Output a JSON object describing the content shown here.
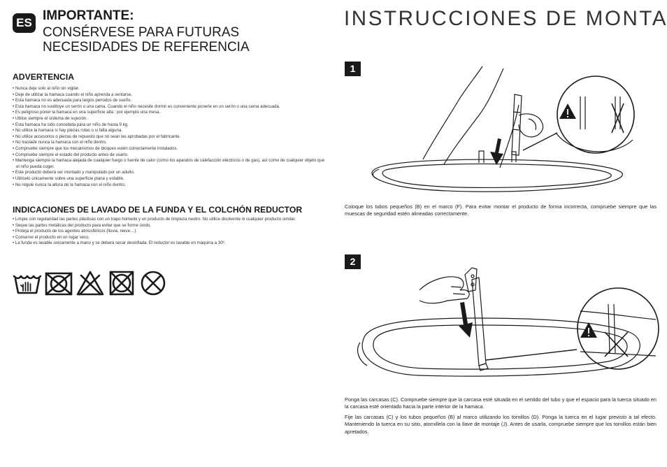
{
  "lang_badge": "ES",
  "important": {
    "heading": "IMPORTANTE:",
    "line1": "CONSÉRVESE PARA FUTURAS",
    "line2": "NECESIDADES DE REFERENCIA"
  },
  "main_title": "INSTRUCCIONES DE MONTAJE",
  "warning": {
    "title": "ADVERTENCIA",
    "items": [
      "Nunca deje solo al niño sin vigilar.",
      "Deje de utilizar la hamaca cuando el niño aprenda a sentarse.",
      "Esta hamaca no es adecuada para largos periodos de sueño.",
      "Esta hamaca no sustituye un serón o una cama. Cuando el niño necesite dormir es conveniente ponerle en un serón o una cama adecuada.",
      "Es peligroso poner la hamaca en una superficie alta : por ejemplo una mesa.",
      "Utilice siempre el sistema de sujeción.",
      "Esta hamaca ha sido concebida para un niño de hasta 9 kg.",
      "No utilice la hamaca si hay piezas rotas o si falta alguna.",
      "No utilice accesorios o piezas de repuesto que no sean las aprobadas por el fabricante.",
      "No traslade nunca la hamaca con el niño dentro.",
      "Compruebe siempre que los mecanismos de bloqueo estén correctamente instalados.",
      "Compruebe siempre el estado del producto antes de usarlo.",
      "Mantenga siempre la hamaca alejada de cualquier fuego o fuente de calor (como los aparatos de calefacción eléctricos o de gas), así como de cualquier objeto que el niño pueda coger.",
      "Este producto deberá ser montado y manipulado por un adulto.",
      "Utilícelo únicamente sobre una superficie plana y estable.",
      "No regule nunca la altura de la hamaca con el niño dentro."
    ]
  },
  "washing": {
    "title": "INDICACIONES DE LAVADO DE LA FUNDA Y EL COLCHÓN REDUCTOR",
    "items": [
      "Limpie con regularidad las partes plásticas con un trapo húmedo y un producto de limpieza neutro. No utilice disolvente ni cualquier producto similar.",
      "Seque las partes metálicas del producto para evitar que se forme óxido.",
      "Proteja el producto de los agentes atmosféricos (lluvia, nieve…).",
      "Conserve el producto en un lugar seco.",
      "La funda es lavable únicamente a mano y se deberá secar desinflada. El reductor es lavable en máquina a 30º."
    ]
  },
  "care_icons": [
    "hand-wash-icon",
    "do-not-tumble-dry-icon",
    "do-not-bleach-icon",
    "do-not-dry-clean-icon",
    "do-not-iron-icon"
  ],
  "steps": [
    {
      "number": "1",
      "paragraphs": [
        "Coloque los tubos pequeños (B) en el marco (F). Para evitar montar el producto de forma incorrecta, compruebe siempre que las muescas de seguridad estén alineadas correctamente."
      ]
    },
    {
      "number": "2",
      "paragraphs": [
        "Ponga las carcasas (C). Compruebe siempre que la carcasa esté situada en el sentido del tubo y que el espacio para la tuerca situado en la carcasa esté orientado hacia la parte interior de la hamaca.",
        "Fije las carcasas (C) y los tubos pequeños (B) al marco utilizando los tornillos (D). Ponga la tuerca en el lugar previsto a tal efecto. Manteniendo la tuerca en su sitio, atornillela con la llave de montaje (J). Antes de usarla, compruebe siempre que los tornillos están bien apretados."
      ]
    }
  ]
}
